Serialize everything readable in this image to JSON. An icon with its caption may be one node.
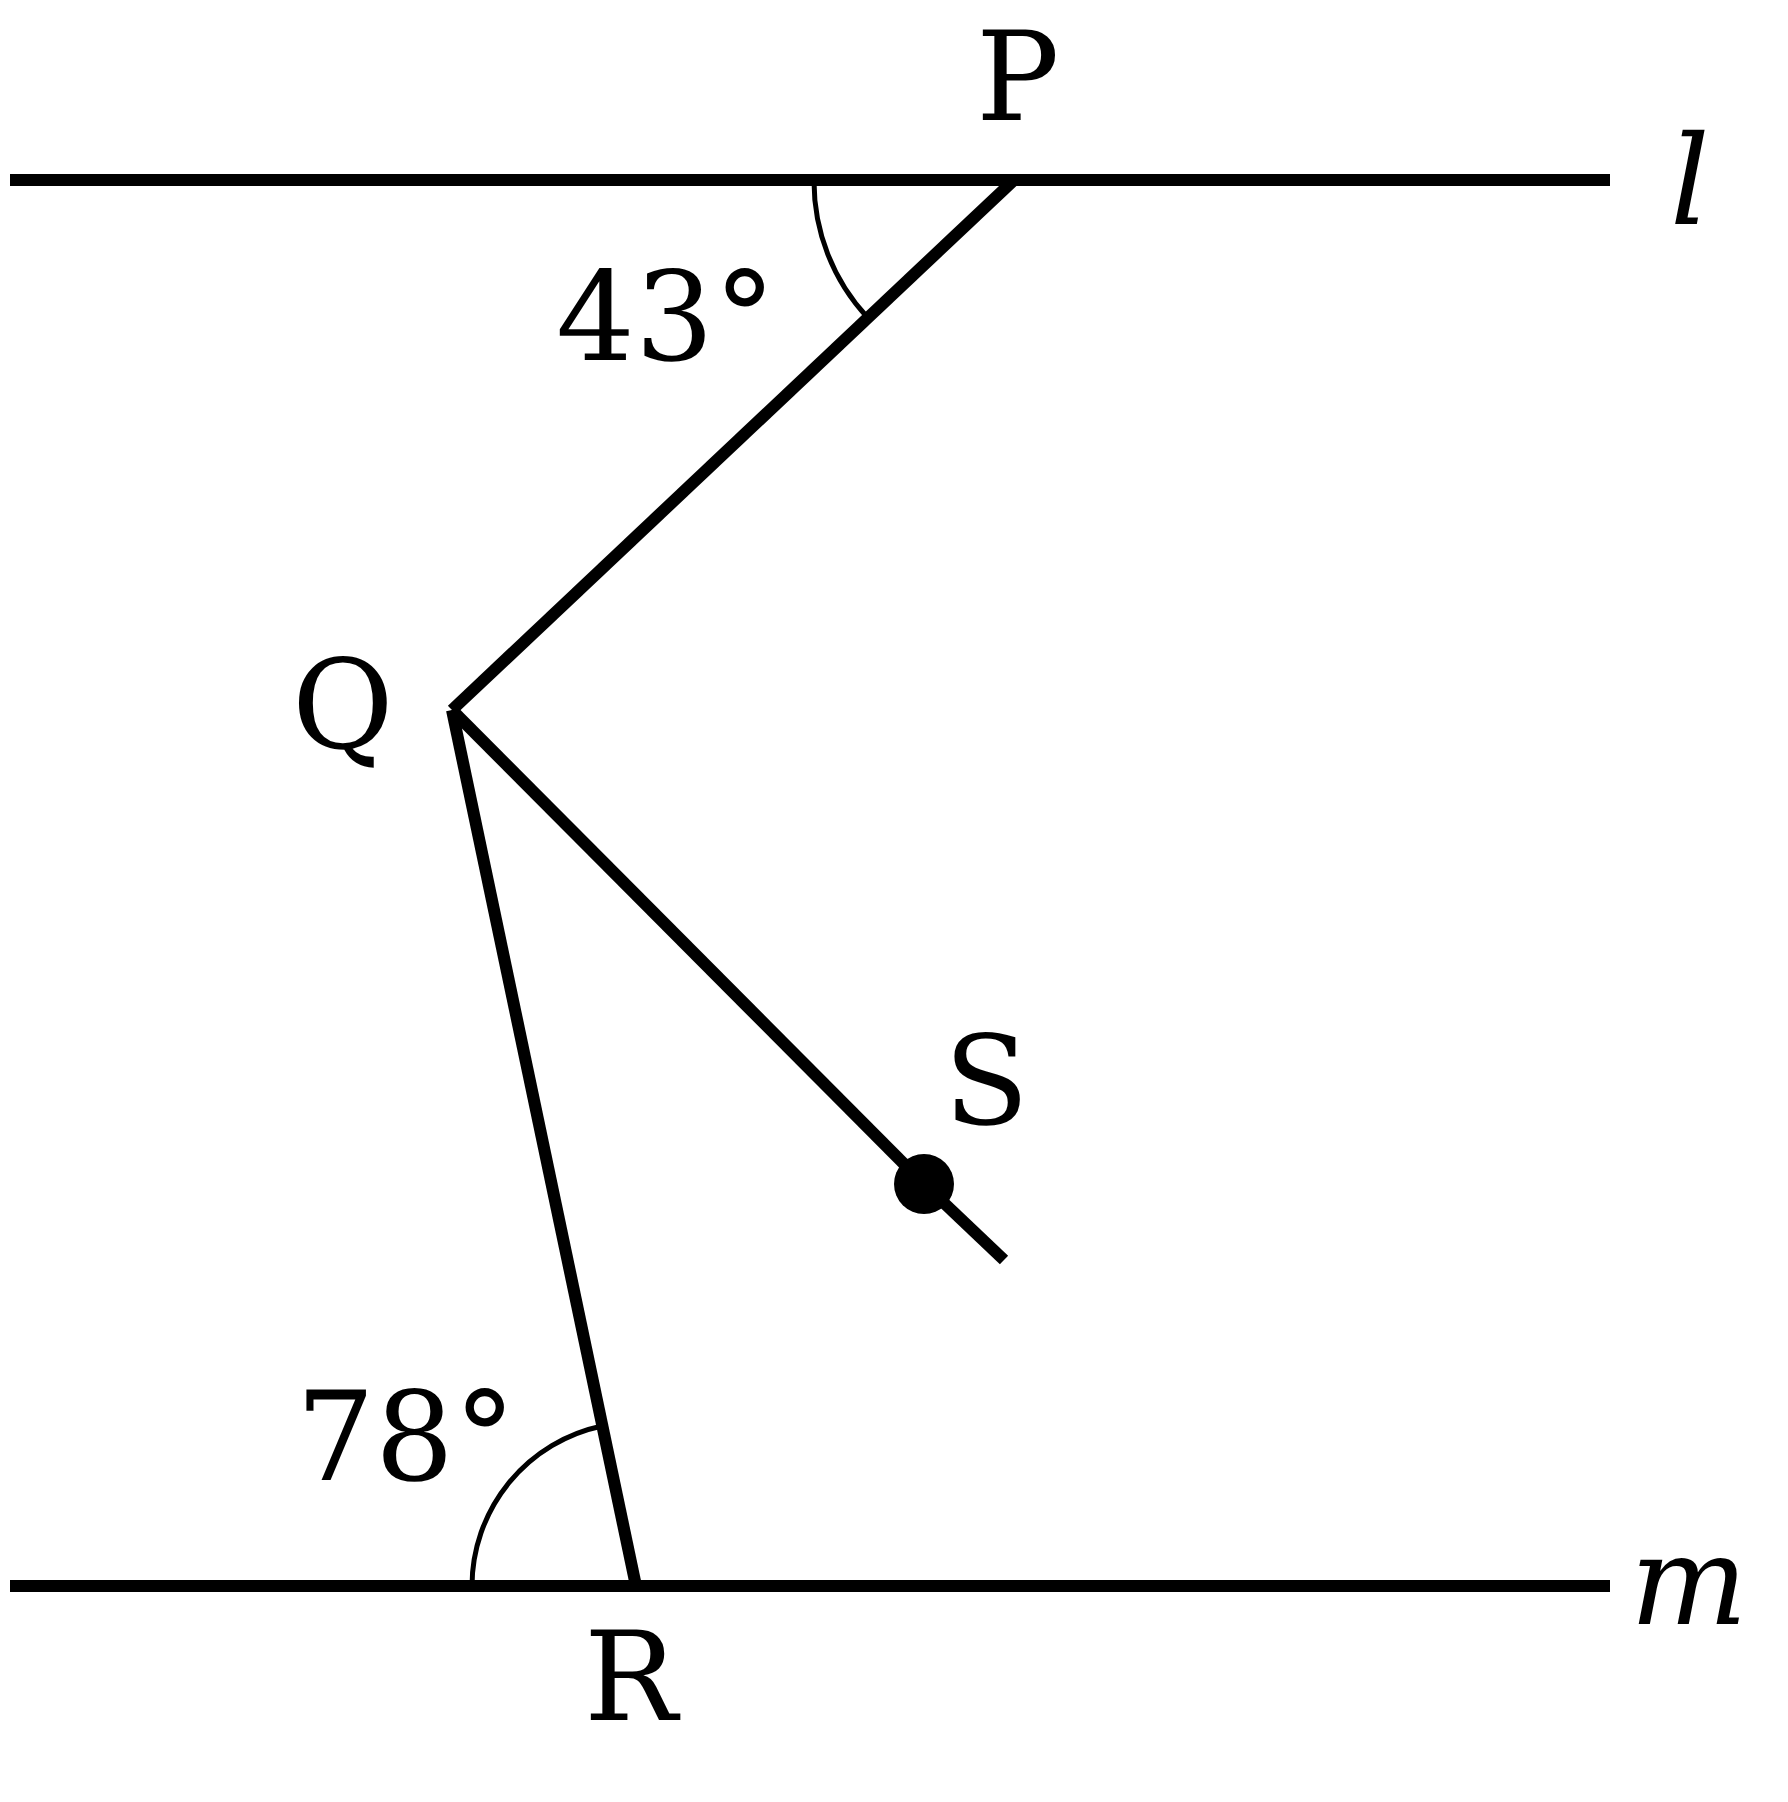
{
  "diagram": {
    "nodes": [
      {
        "text": [
          "P"
        ]
      },
      {
        "text": [
          "Q"
        ]
      },
      {
        "text": [
          "R"
        ]
      },
      {
        "text": [
          "S"
        ]
      }
    ],
    "edges": [
      {
        "from": 0,
        "to": 1,
        "arrow": "none"
      },
      {
        "from": 1,
        "to": 2,
        "arrow": "none"
      },
      {
        "from": 1,
        "to": 3,
        "arrow": "none"
      }
    ],
    "labels": [
      "l",
      "43°",
      "78°",
      "m"
    ]
  }
}
